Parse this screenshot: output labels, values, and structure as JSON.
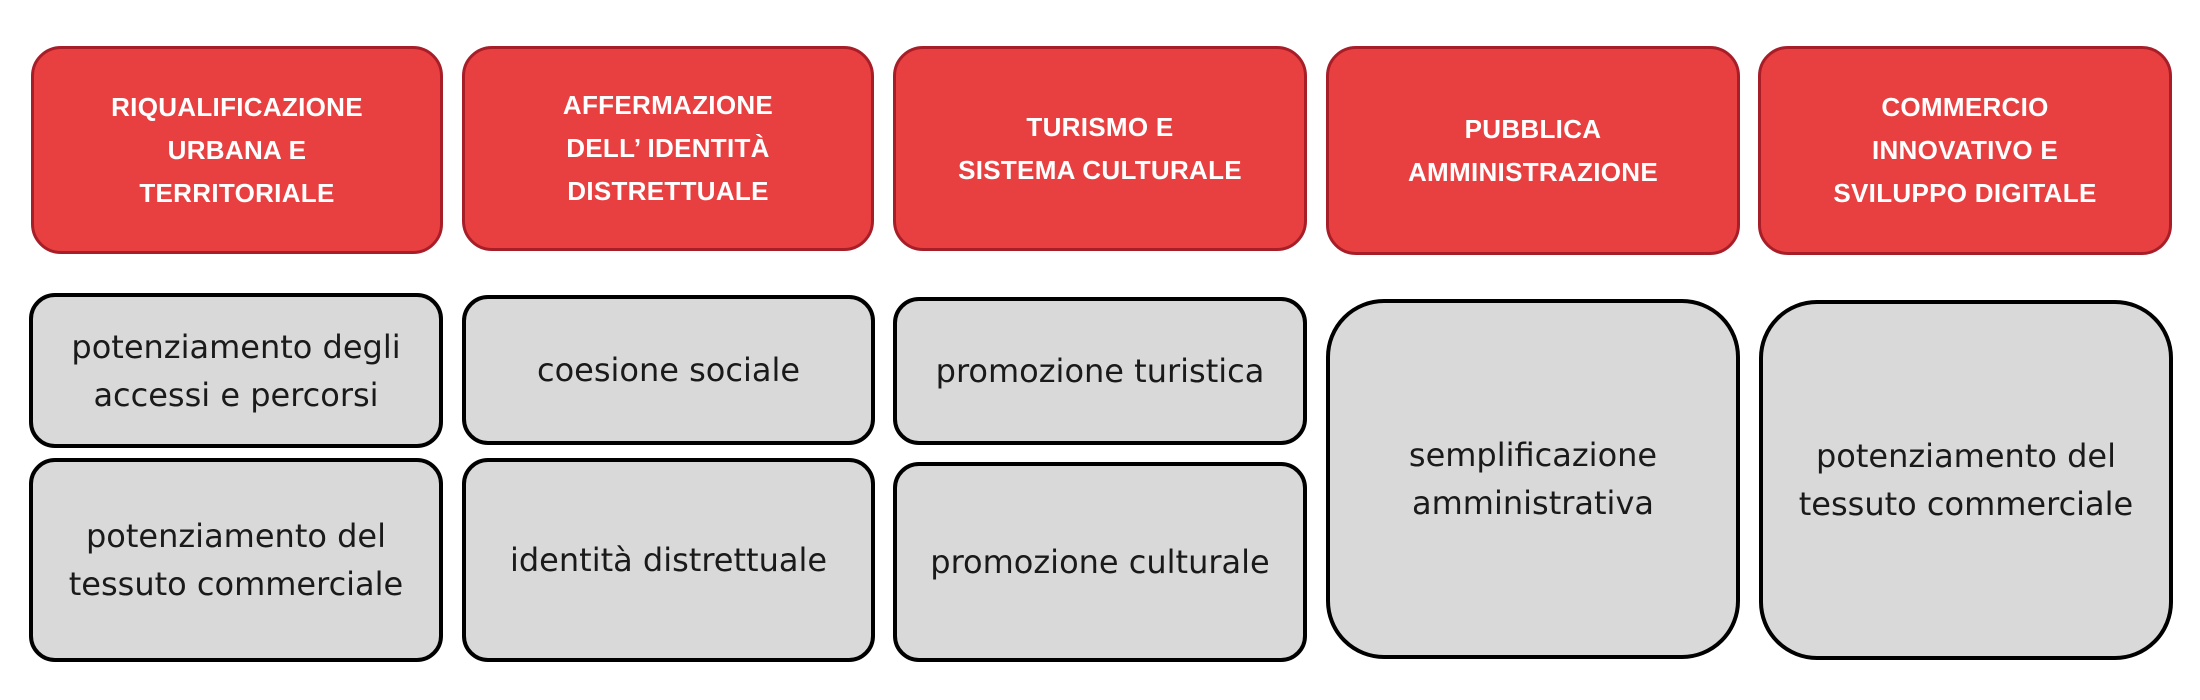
{
  "columns": [
    {
      "header": "RIQUALIFICAZIONE\nURBANA E\nTERRITORIALE",
      "items": [
        "potenziamento degli\naccessi e percorsi",
        "potenziamento del\ntessuto commerciale"
      ]
    },
    {
      "header": "AFFERMAZIONE\nDELL’ IDENTITÀ\nDISTRETTUALE",
      "items": [
        "coesione sociale",
        "identità distrettuale"
      ]
    },
    {
      "header": "TURISMO E\nSISTEMA CULTURALE",
      "items": [
        "promozione turistica",
        "promozione culturale"
      ]
    },
    {
      "header": "PUBBLICA\nAMMINISTRAZIONE",
      "items": [
        "semplificazione\namministrativa"
      ]
    },
    {
      "header": "COMMERCIO\nINNOVATIVO E\nSVILUPPO DIGITALE",
      "items": [
        "potenziamento del\ntessuto commerciale"
      ]
    }
  ],
  "colors": {
    "header_fill": "#e84040",
    "header_border": "#a81e28",
    "box_fill": "#d9d9d9",
    "box_border": "#000000"
  }
}
